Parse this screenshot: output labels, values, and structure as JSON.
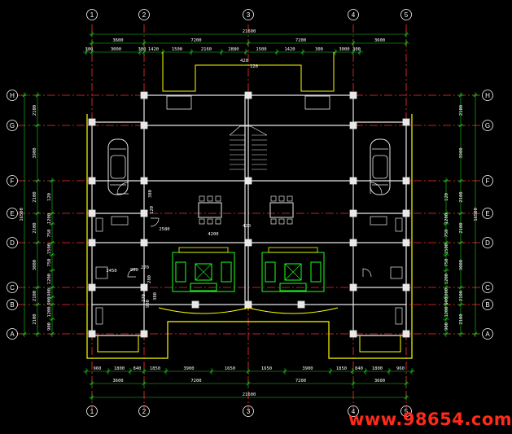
{
  "colors": {
    "background": "#000000",
    "axis": "#ff3030",
    "wall": "#e8e8e8",
    "dim": "#22cc22",
    "furniture": "#ffff00",
    "green": "#20ff20",
    "watermark": "#ff2a1a"
  },
  "column_axes": [
    "1",
    "2",
    "3",
    "4",
    "5"
  ],
  "row_axes": [
    "H",
    "G",
    "F",
    "E",
    "D",
    "C",
    "B",
    "A"
  ],
  "top_dims": {
    "overall": "21600",
    "bays": [
      "3600",
      "7200",
      "7200",
      "3600"
    ],
    "detail": [
      "300",
      "3000",
      "300",
      "1420",
      "1500",
      "2160",
      "2880",
      "1500",
      "1420",
      "300",
      "3000",
      "300"
    ],
    "center": [
      "420",
      "120"
    ]
  },
  "bottom_dims": {
    "overall": "21600",
    "bays": [
      "3600",
      "7200",
      "7200",
      "3600"
    ],
    "detail": [
      "960",
      "1800",
      "840",
      "1850",
      "3900",
      "1650",
      "1650",
      "3900",
      "1850",
      "840",
      "1800",
      "960"
    ]
  },
  "side_dims": {
    "overall": "16500",
    "bays": [
      "2100",
      "3900",
      "2100",
      "2100",
      "3000",
      "2100",
      "2100"
    ],
    "detail": [
      "120",
      "1200",
      "750",
      "1500",
      "750",
      "1200",
      "900",
      "900",
      "1200",
      "900"
    ]
  },
  "interior_dims": [
    "4200",
    "2580",
    "420",
    "2450",
    "900",
    "270",
    "380",
    "120",
    "900",
    "270",
    "380",
    "280"
  ],
  "watermark": "www.98654.com"
}
